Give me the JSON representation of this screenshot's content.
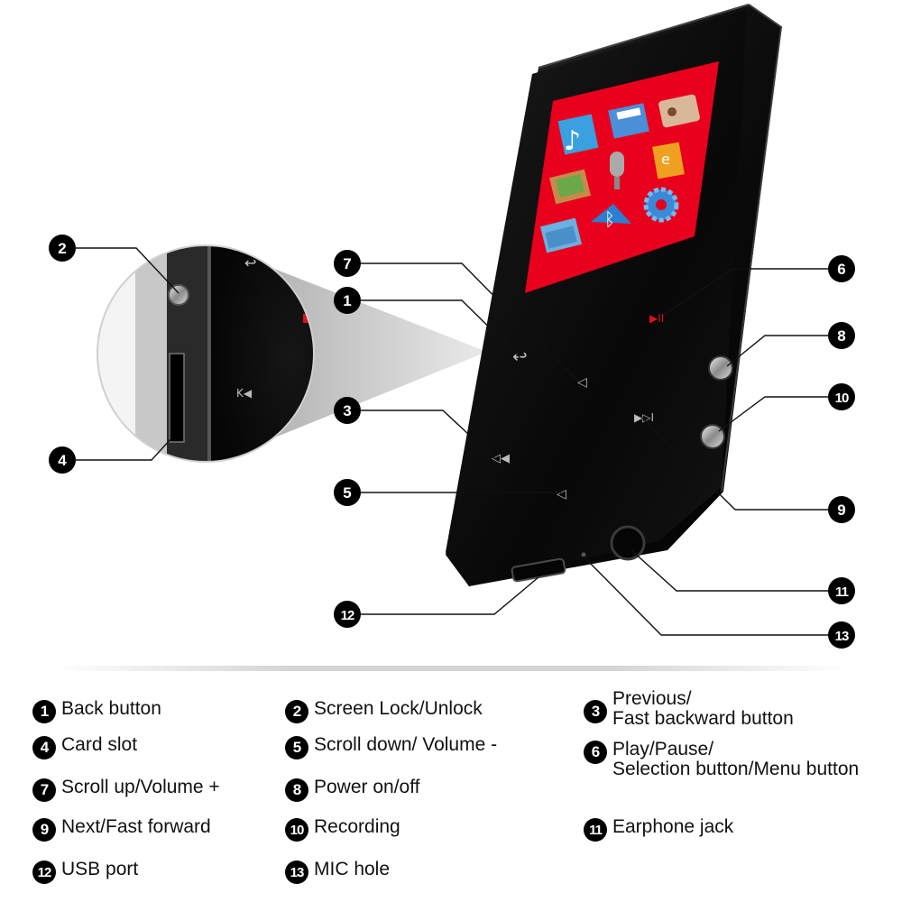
{
  "callouts": [
    {
      "num": "1"
    },
    {
      "num": "2"
    },
    {
      "num": "3"
    },
    {
      "num": "4"
    },
    {
      "num": "5"
    },
    {
      "num": "6"
    },
    {
      "num": "7"
    },
    {
      "num": "8"
    },
    {
      "num": "9"
    },
    {
      "num": "10"
    },
    {
      "num": "11"
    },
    {
      "num": "12"
    },
    {
      "num": "13"
    }
  ],
  "screen_icons": [
    "music-icon",
    "video-icon",
    "radio-icon",
    "photo-icon",
    "microphone-icon",
    "ebook-icon",
    "folder-icon",
    "bluetooth-icon",
    "settings-gear-icon"
  ],
  "ebook_icon_text": "e",
  "legend": [
    {
      "num": "1",
      "label": "Back button"
    },
    {
      "num": "2",
      "label": "Screen Lock/Unlock"
    },
    {
      "num": "3",
      "label": "Previous/\nFast backward button"
    },
    {
      "num": "4",
      "label": "Card slot"
    },
    {
      "num": "5",
      "label": "Scroll down/ Volume -"
    },
    {
      "num": "6",
      "label": "Play/Pause/\nSelection button/Menu button"
    },
    {
      "num": "7",
      "label": "Scroll up/Volume +"
    },
    {
      "num": "8",
      "label": "Power on/off"
    },
    {
      "num": "9",
      "label": "Next/Fast forward"
    },
    {
      "num": "10",
      "label": "Recording"
    },
    {
      "num": "11",
      "label": "Earphone jack"
    },
    {
      "num": "12",
      "label": "USB port"
    },
    {
      "num": "13",
      "label": "MIC hole"
    }
  ],
  "colors": {
    "device_body": "#0b0b0b",
    "screen_bg": "#e8001c",
    "callout_fill": "#000000",
    "indicator_red": "#e0101a",
    "battery_green": "#2bd62b"
  }
}
